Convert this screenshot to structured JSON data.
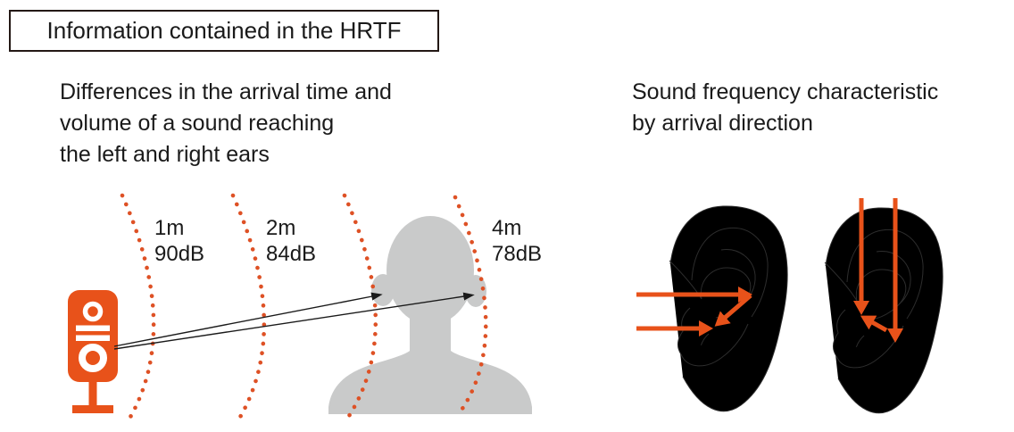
{
  "title": "Information contained in the HRTF",
  "left_panel": {
    "heading_lines": [
      "Differences in the arrival time and",
      "volume of a sound reaching",
      "the left and right ears"
    ],
    "distance_labels": [
      {
        "distance": "1m",
        "volume": "90dB"
      },
      {
        "distance": "2m",
        "volume": "84dB"
      },
      {
        "distance": "4m",
        "volume": "78dB"
      }
    ]
  },
  "right_panel": {
    "heading_lines": [
      "Sound frequency characteristic",
      "by arrival direction"
    ]
  },
  "colors": {
    "accent_orange": "#E8521A",
    "wave_dot_orange": "#DE5125",
    "silhouette_gray": "#C9CACA",
    "ear_line": "#2D2D2D",
    "arrow_black": "#1A1A1A",
    "text": "#1A1A1A",
    "title_border": "#231815"
  }
}
